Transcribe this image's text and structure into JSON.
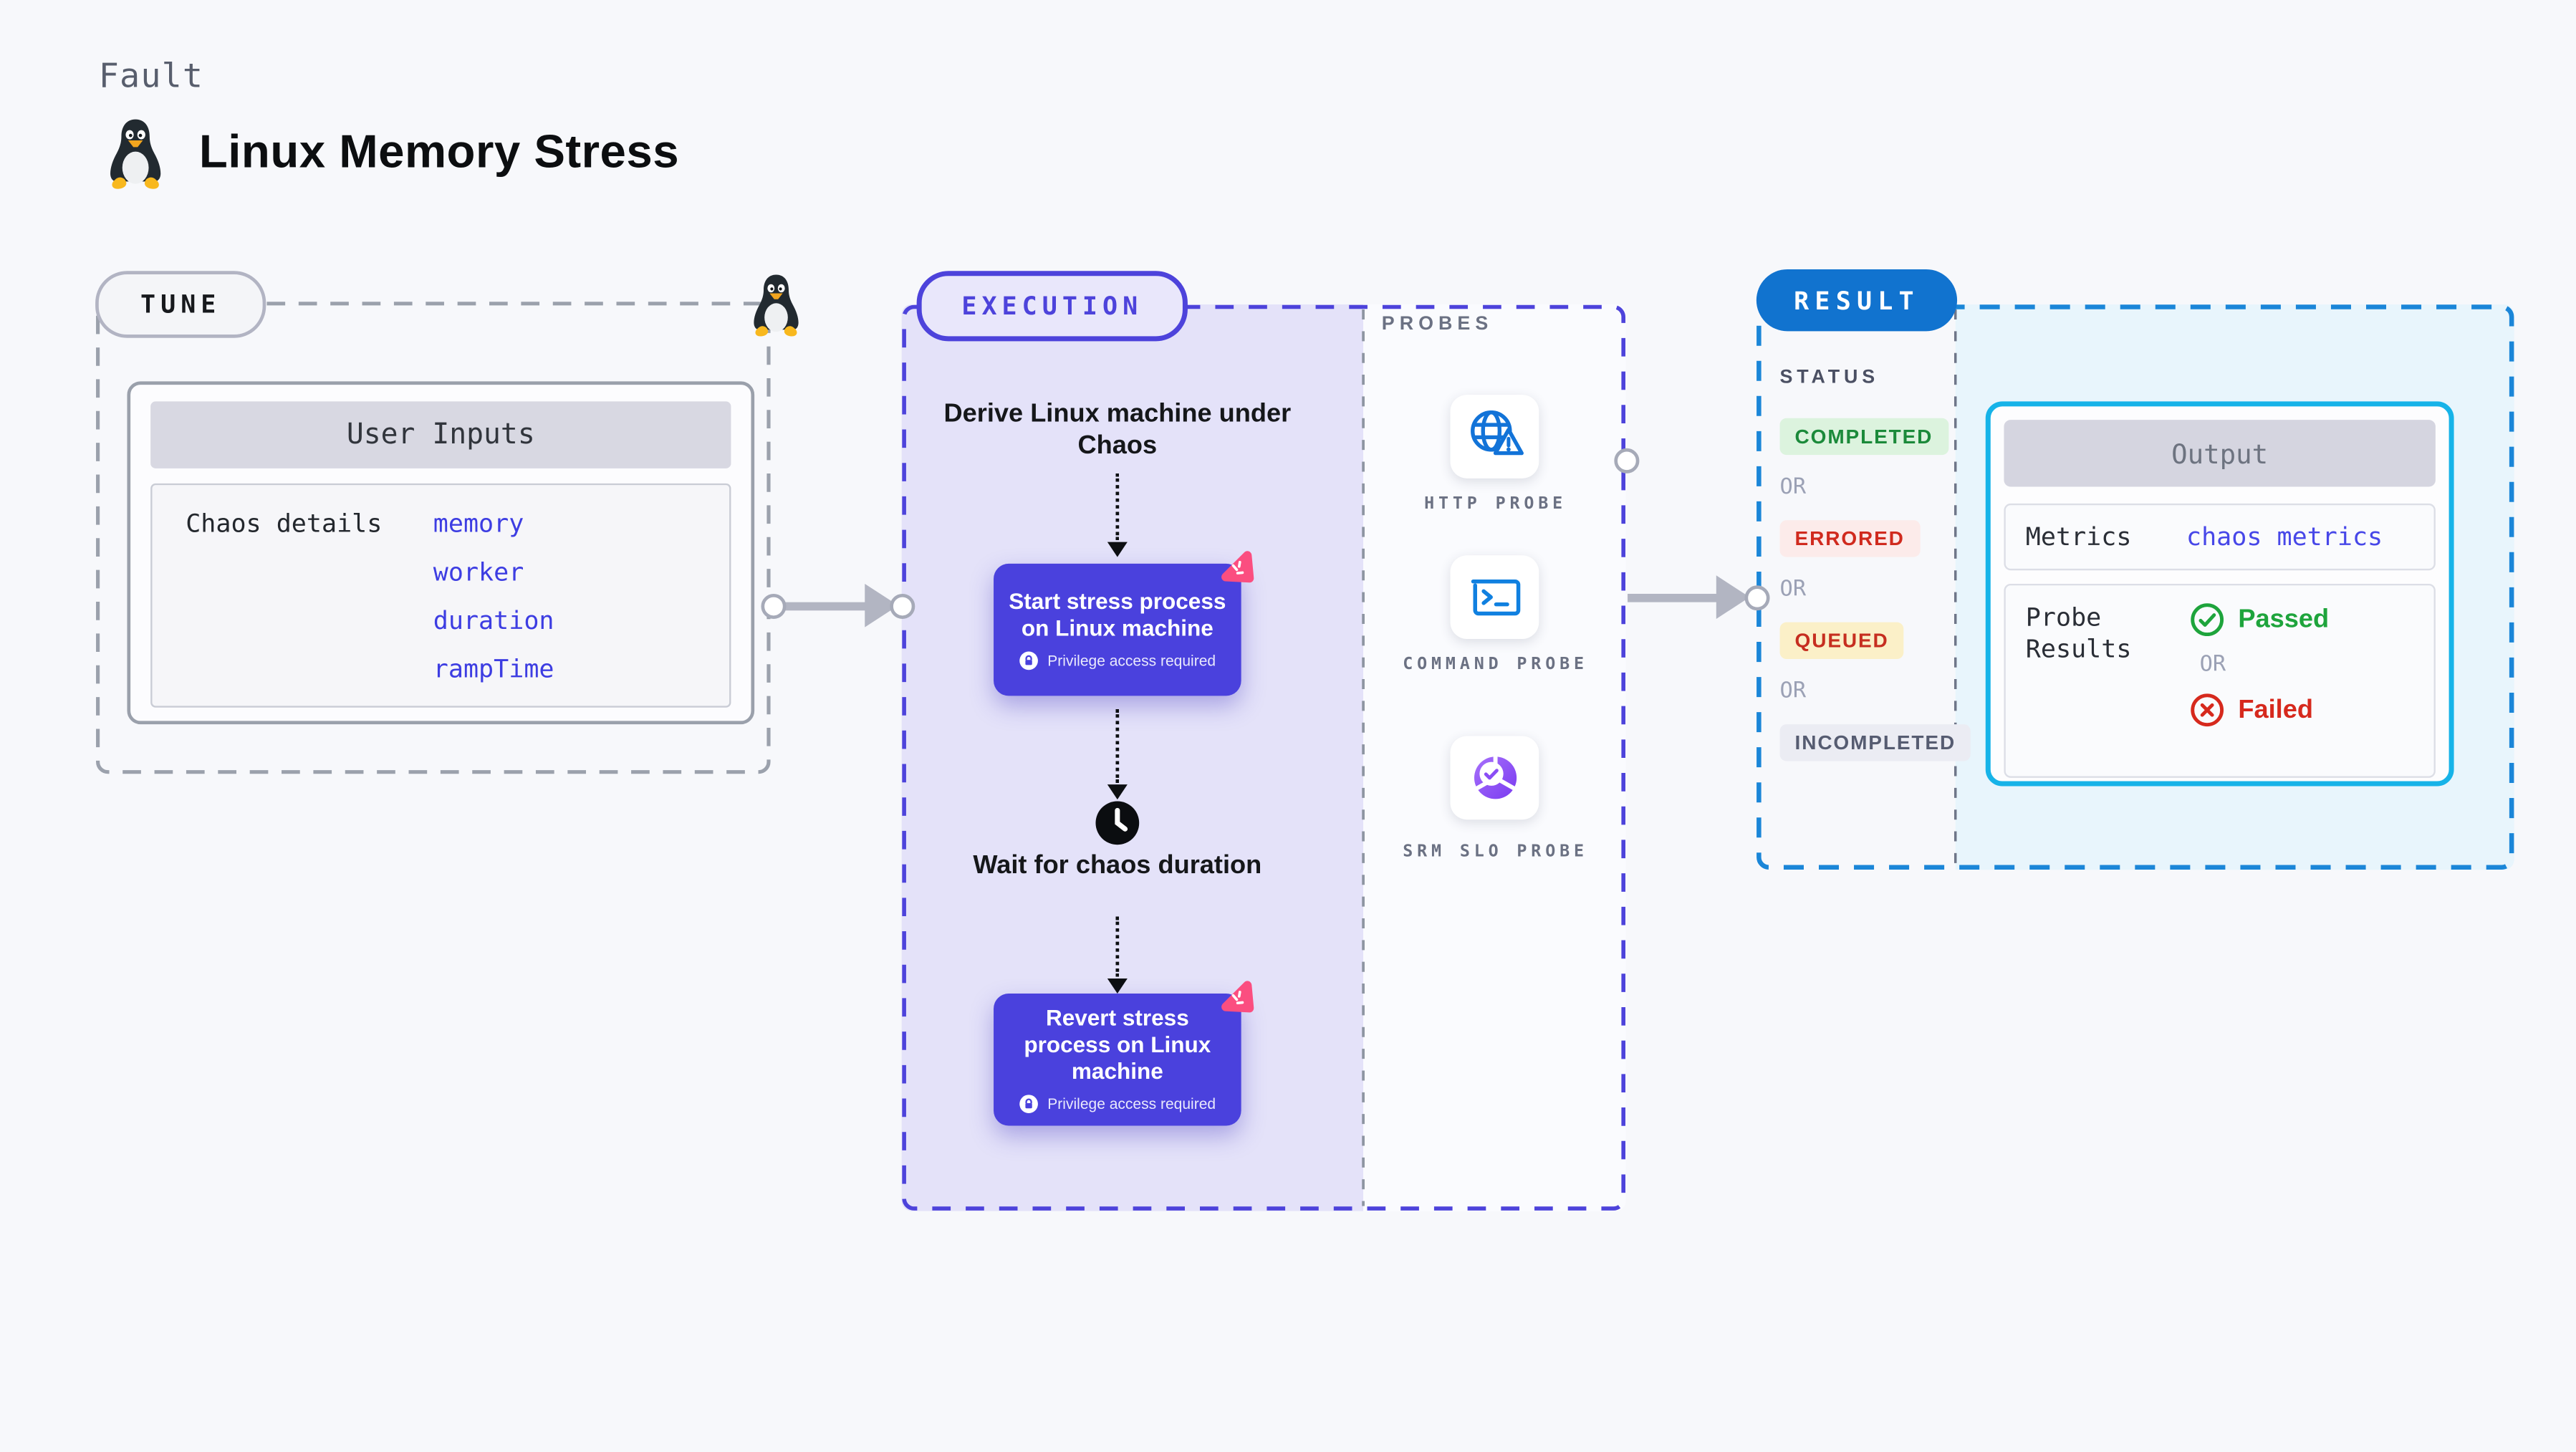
{
  "page": {
    "kicker": "Fault",
    "title": "Linux Memory Stress"
  },
  "tune": {
    "label": "TUNE",
    "card_header": "User Inputs",
    "row_label": "Chaos details",
    "inputs": [
      "memory",
      "worker",
      "duration",
      "rampTime"
    ]
  },
  "execution": {
    "label": "EXECUTION",
    "step_derive": "Derive Linux machine under Chaos",
    "step_start": "Start stress process on Linux machine",
    "step_start_note": "Privilege access required",
    "step_wait": "Wait for chaos duration",
    "step_revert": "Revert stress process on Linux machine",
    "step_revert_note": "Privilege access required"
  },
  "probes": {
    "label": "PROBES",
    "items": [
      {
        "name": "HTTP PROBE",
        "icon": "globe-alert-icon"
      },
      {
        "name": "COMMAND PROBE",
        "icon": "terminal-icon"
      },
      {
        "name": "SRM SLO PROBE",
        "icon": "slo-pie-icon"
      }
    ]
  },
  "result": {
    "label": "RESULT",
    "status_label": "STATUS",
    "or_label": "OR",
    "statuses": [
      {
        "text": "COMPLETED",
        "fg": "#1b8a3a",
        "bg": "#dcf3de"
      },
      {
        "text": "ERRORED",
        "fg": "#d02a1e",
        "bg": "#fcebea"
      },
      {
        "text": "QUEUED",
        "fg": "#c62e20",
        "bg": "#fbf0c8"
      },
      {
        "text": "INCOMPLETED",
        "fg": "#565c71",
        "bg": "#ebecf3"
      }
    ],
    "output": {
      "header": "Output",
      "metrics_label": "Metrics",
      "metrics_value": "chaos metrics",
      "probe_results_label": "Probe Results",
      "passed": "Passed",
      "failed": "Failed"
    }
  },
  "colors": {
    "page_bg": "#f7f8fb",
    "tune_border": "#9ba1ac",
    "execution_indigo": "#4d43db",
    "execution_fill": "#e4e2f9",
    "step_box": "#4a41dd",
    "chaos_pink": "#fb4e80",
    "result_blue": "#1173cf",
    "result_dash": "#1b86d8",
    "result_fill": "#e8f5fc",
    "output_border": "#16b3e8",
    "link_indigo": "#3d3de2",
    "passed_green": "#1ea43c",
    "failed_red": "#d6291d",
    "probe_blue": "#1273d8",
    "slo_purple": "#8a4df5"
  }
}
